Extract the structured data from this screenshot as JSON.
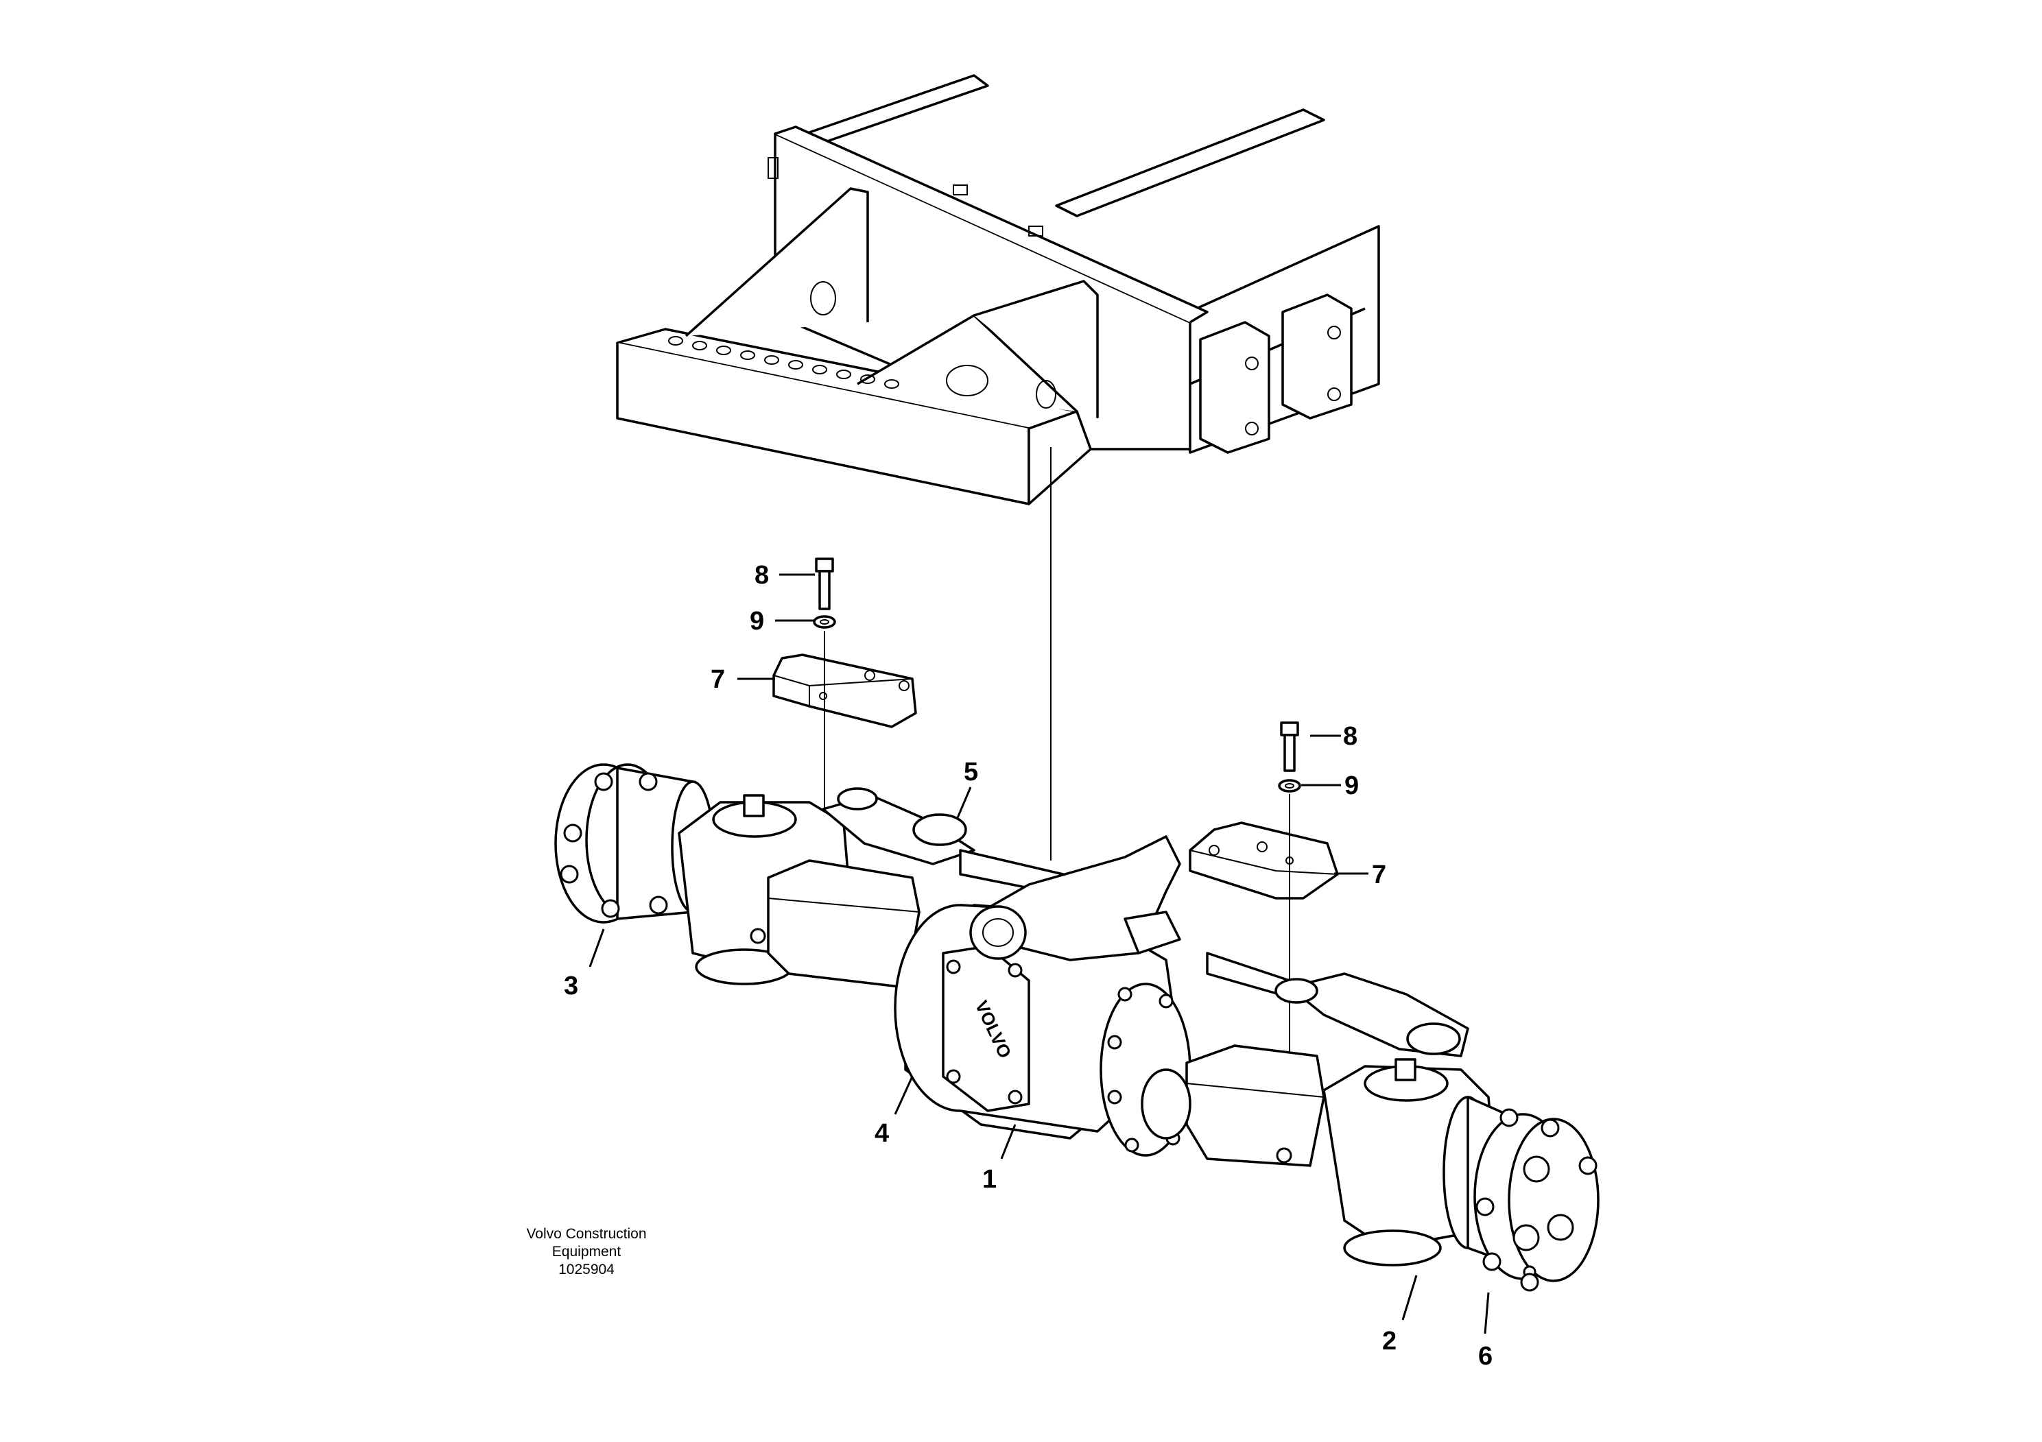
{
  "callouts": {
    "c8_left": "8",
    "c9_left": "9",
    "c7_left": "7",
    "c8_right": "8",
    "c9_right": "9",
    "c7_right": "7",
    "c5": "5",
    "c3": "3",
    "c4": "4",
    "c1": "1",
    "c2": "2",
    "c6": "6"
  },
  "footer": {
    "line1": "Volvo Construction",
    "line2": "Equipment",
    "line3": "1025904"
  },
  "casting_text": "VOLVO"
}
